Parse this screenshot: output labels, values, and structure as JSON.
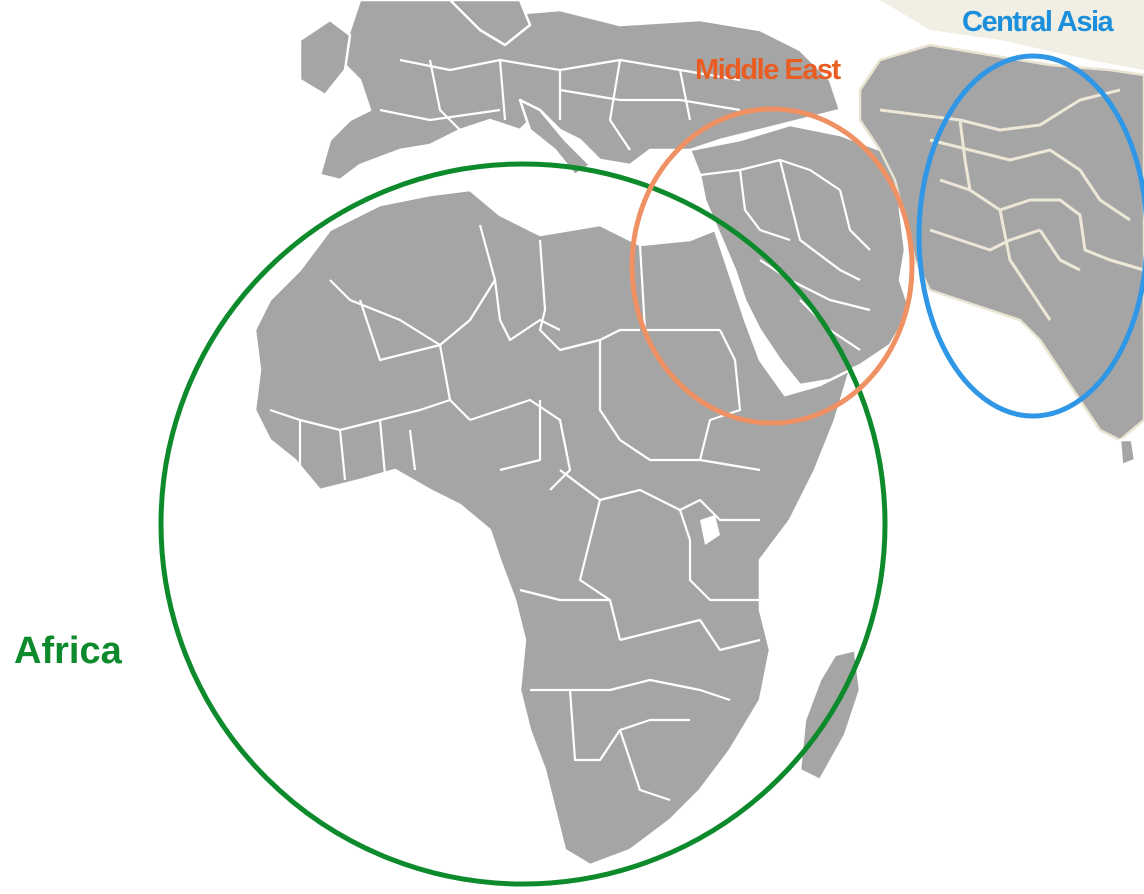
{
  "regions": {
    "africa": {
      "label": "Africa",
      "color": "#0d8a2b"
    },
    "middle_east": {
      "label": "Middle East",
      "color": "#ea5d22",
      "ring_color": "#ef9163"
    },
    "central_asia": {
      "label": "Central Asia",
      "color": "#1b8fdc",
      "ring_color": "#2f97e6"
    }
  },
  "colors": {
    "land": "#a5a5a5",
    "background": "#ffffff",
    "inland_sea": "#f1eee3"
  }
}
